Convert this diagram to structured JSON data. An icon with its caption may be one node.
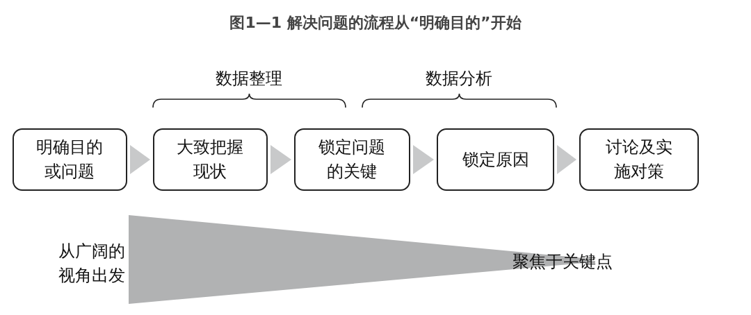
{
  "diagram": {
    "title": "图1—1 解决问题的流程从“明确目的”开始",
    "nodes": [
      {
        "text": [
          "明确目的或问题"
        ]
      },
      {
        "text": [
          "大致把握现状"
        ]
      },
      {
        "text": [
          "锁定问题的关键"
        ]
      },
      {
        "text": [
          "锁定原因"
        ]
      },
      {
        "text": [
          "讨论及实施对策"
        ]
      },
      {
        "text": [],
        "shape": "triangle"
      }
    ],
    "edges": [
      {
        "from": 0,
        "to": 1,
        "arrow": "to"
      },
      {
        "from": 1,
        "to": 2,
        "arrow": "to"
      },
      {
        "from": 2,
        "to": 3,
        "arrow": "to"
      },
      {
        "from": 3,
        "to": 4,
        "arrow": "to"
      }
    ],
    "labels": [
      "数据整理",
      "数据分析",
      "从广阔的视角出发",
      "聚焦于关键点"
    ]
  }
}
